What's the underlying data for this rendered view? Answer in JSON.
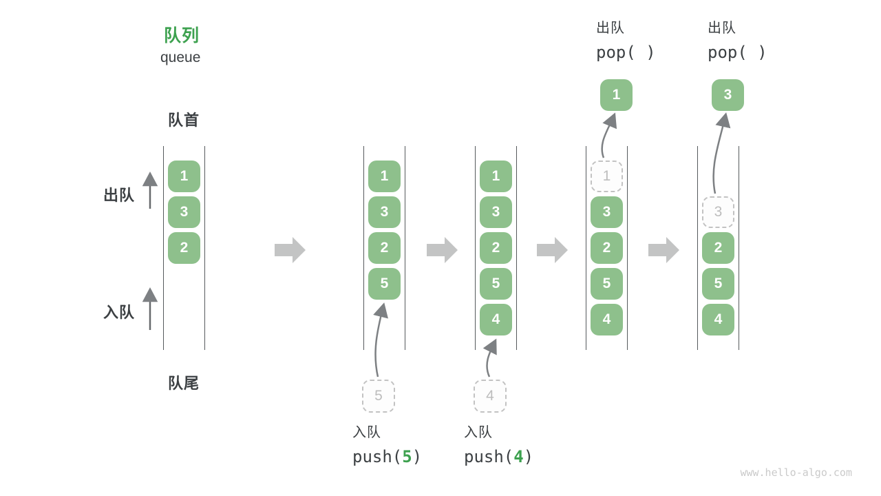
{
  "title": {
    "zh": "队列",
    "en": "queue"
  },
  "labels": {
    "front": "队首",
    "rear": "队尾",
    "dequeue_side": "出队",
    "enqueue_side": "入队"
  },
  "watermark": "www.hello-algo.com",
  "colors": {
    "accent_green": "#3da14f",
    "box_green": "#8ec08c",
    "text_dark": "#3c4043",
    "dashed_border": "#c2c2c2",
    "dashed_text": "#bdbdbd",
    "block_arrow": "#c3c4c4",
    "column_line": "#55595c",
    "curve_arrow": "#7d8083",
    "side_arrow": "#66696c",
    "watermark_gray": "#cacaca"
  },
  "states": [
    {
      "name": "initial",
      "boxes": [
        {
          "slot": 0,
          "value": "1",
          "dashed": false
        },
        {
          "slot": 1,
          "value": "3",
          "dashed": false
        },
        {
          "slot": 2,
          "value": "2",
          "dashed": false
        }
      ]
    },
    {
      "name": "after-push-5",
      "boxes": [
        {
          "slot": 0,
          "value": "1",
          "dashed": false
        },
        {
          "slot": 1,
          "value": "3",
          "dashed": false
        },
        {
          "slot": 2,
          "value": "2",
          "dashed": false
        },
        {
          "slot": 3,
          "value": "5",
          "dashed": false
        }
      ],
      "staged": {
        "value": "5"
      },
      "op": {
        "kind": "enqueue",
        "label": "入队",
        "code_prefix": "push(",
        "code_arg": "5",
        "code_suffix": ")"
      }
    },
    {
      "name": "after-push-4",
      "boxes": [
        {
          "slot": 0,
          "value": "1",
          "dashed": false
        },
        {
          "slot": 1,
          "value": "3",
          "dashed": false
        },
        {
          "slot": 2,
          "value": "2",
          "dashed": false
        },
        {
          "slot": 3,
          "value": "5",
          "dashed": false
        },
        {
          "slot": 4,
          "value": "4",
          "dashed": false
        }
      ],
      "staged": {
        "value": "4"
      },
      "op": {
        "kind": "enqueue",
        "label": "入队",
        "code_prefix": "push(",
        "code_arg": "4",
        "code_suffix": ")"
      }
    },
    {
      "name": "after-pop-1",
      "boxes": [
        {
          "slot": 0,
          "value": "1",
          "dashed": true
        },
        {
          "slot": 1,
          "value": "3",
          "dashed": false
        },
        {
          "slot": 2,
          "value": "2",
          "dashed": false
        },
        {
          "slot": 3,
          "value": "5",
          "dashed": false
        },
        {
          "slot": 4,
          "value": "4",
          "dashed": false
        }
      ],
      "popped": {
        "value": "1"
      },
      "op": {
        "kind": "dequeue",
        "label": "出队",
        "code_prefix": "pop( )",
        "code_arg": "",
        "code_suffix": ""
      }
    },
    {
      "name": "after-pop-3",
      "boxes": [
        {
          "slot": 1,
          "value": "3",
          "dashed": true
        },
        {
          "slot": 2,
          "value": "2",
          "dashed": false
        },
        {
          "slot": 3,
          "value": "5",
          "dashed": false
        },
        {
          "slot": 4,
          "value": "4",
          "dashed": false
        }
      ],
      "popped": {
        "value": "3"
      },
      "op": {
        "kind": "dequeue",
        "label": "出队",
        "code_prefix": "pop( )",
        "code_arg": "",
        "code_suffix": ""
      }
    }
  ]
}
